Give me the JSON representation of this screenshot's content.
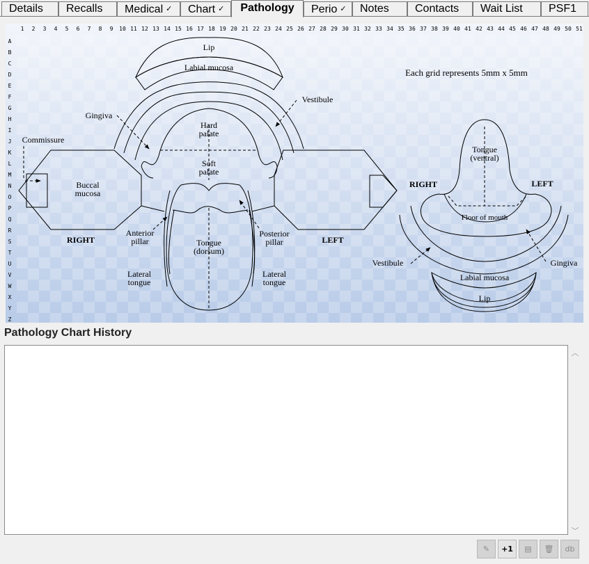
{
  "tabs": [
    {
      "label": "Details",
      "checked": false,
      "active": false
    },
    {
      "label": "Recalls",
      "checked": false,
      "active": false
    },
    {
      "label": "Medical",
      "checked": true,
      "active": false
    },
    {
      "label": "Chart",
      "checked": true,
      "active": false
    },
    {
      "label": "Pathology",
      "checked": false,
      "active": true
    },
    {
      "label": "Perio",
      "checked": true,
      "active": false
    },
    {
      "label": "Notes",
      "checked": false,
      "active": false
    },
    {
      "label": "Contacts",
      "checked": false,
      "active": false
    },
    {
      "label": "Wait List",
      "checked": false,
      "active": false
    },
    {
      "label": "PSF1",
      "checked": false,
      "active": false
    }
  ],
  "check_glyph": "✓",
  "grid": {
    "columns": [
      "1",
      "2",
      "3",
      "4",
      "5",
      "6",
      "7",
      "8",
      "9",
      "10",
      "11",
      "12",
      "13",
      "14",
      "15",
      "16",
      "17",
      "18",
      "19",
      "20",
      "21",
      "22",
      "23",
      "24",
      "25",
      "26",
      "27",
      "28",
      "29",
      "30",
      "31",
      "32",
      "33",
      "34",
      "35",
      "36",
      "37",
      "38",
      "39",
      "40",
      "41",
      "42",
      "43",
      "44",
      "45",
      "46",
      "47",
      "48",
      "49",
      "50",
      "51"
    ],
    "rows": [
      "A",
      "B",
      "C",
      "D",
      "E",
      "F",
      "G",
      "H",
      "I",
      "J",
      "K",
      "L",
      "M",
      "N",
      "O",
      "P",
      "Q",
      "R",
      "S",
      "T",
      "U",
      "V",
      "W",
      "X",
      "Y",
      "Z"
    ],
    "note": "Each grid represents 5mm x 5mm"
  },
  "diagram_labels": {
    "lip_top": "Lip",
    "labial_mucosa_top": "Labial mucosa",
    "vestibule_top": "Vestibule",
    "gingiva_top": "Gingiva",
    "commissure": "Commissure",
    "hard_palate_1": "Hard",
    "hard_palate_2": "palate",
    "soft_palate_1": "Soft",
    "soft_palate_2": "palate",
    "buccal_1": "Buccal",
    "buccal_2": "mucosa",
    "right_left_panel": "RIGHT",
    "left_left_panel": "LEFT",
    "anterior_1": "Anterior",
    "anterior_2": "pillar",
    "posterior_1": "Posterior",
    "posterior_2": "pillar",
    "tongue_dorsum_1": "Tongue",
    "tongue_dorsum_2": "(dorsum)",
    "lateral_l_1": "Lateral",
    "lateral_l_2": "tongue",
    "lateral_r_1": "Lateral",
    "lateral_r_2": "tongue",
    "tongue_ventral_1": "Tongue",
    "tongue_ventral_2": "(ventral)",
    "right_right_panel": "RIGHT",
    "left_right_panel": "LEFT",
    "floor_of_mouth": "Floor of mouth",
    "vestibule_bottom": "Vestibule",
    "gingiva_bottom": "Gingiva",
    "labial_mucosa_bottom": "Labial mucosa",
    "lip_bottom": "Lip"
  },
  "history": {
    "title": "Pathology Chart History",
    "entries": []
  },
  "toolbar": {
    "buttons": [
      {
        "name": "edit-button",
        "glyph": "✎",
        "enabled": false
      },
      {
        "name": "add-one-button",
        "glyph": "+1",
        "enabled": true
      },
      {
        "name": "print-button",
        "glyph": "▤",
        "enabled": false
      },
      {
        "name": "delete-button",
        "glyph": "🗑",
        "enabled": false
      },
      {
        "name": "db-button",
        "glyph": "db",
        "enabled": false
      }
    ]
  },
  "colors": {
    "grid_top": "#f2f5fb",
    "grid_bottom": "#b8cbe8",
    "line": "#000000"
  }
}
